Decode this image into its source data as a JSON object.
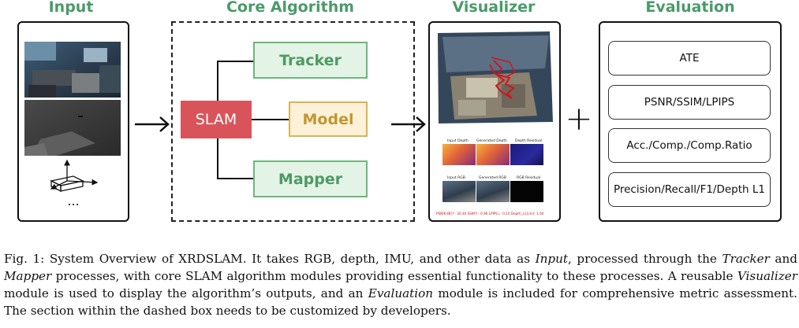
{
  "sections": {
    "input": "Input",
    "core": "Core Algorithm",
    "visualizer": "Visualizer",
    "evaluation": "Evaluation"
  },
  "core": {
    "slam": "SLAM",
    "tracker": "Tracker",
    "model": "Model",
    "mapper": "Mapper"
  },
  "input_panel": {
    "ellipsis": "..."
  },
  "visualizer_panel": {
    "depth_labels": [
      "Input Depth",
      "Generated Depth",
      "Depth Residual"
    ],
    "rgb_labels": [
      "Input RGB",
      "Generated RGB",
      "RGB Residual"
    ],
    "metrics_line": "PSNR[dB]↑: 30.46  SSIM↑: 0.96  LPIPS↓: 0.10  Depth_L1[cm]: 1.60"
  },
  "plus_sign": "+",
  "evaluation_metrics": [
    "ATE",
    "PSNR/SSIM/LPIPS",
    "Acc./Comp./Comp.Ratio",
    "Precision/Recall/F1/Depth L1"
  ],
  "caption": {
    "label": "Fig. 1: System Overview of XRDSLAM. It takes RGB, depth, IMU, and other data as ",
    "input_word": "Input",
    "part2": ", processed through the ",
    "tracker_word": "Tracker",
    "part3": " and ",
    "mapper_word": "Mapper",
    "part4": " processes, with core SLAM algorithm modules providing essential functionality to these processes. A reusable ",
    "visualizer_word": "Visualizer",
    "part5": " module is used to display the algorithm’s outputs, and an ",
    "evaluation_word": "Evaluation",
    "part6": " module is included for comprehensive metric assessment. The section within the dashed box needs to be customized by developers."
  },
  "colors": {
    "title_green": "#4a9a6a",
    "slam_red": "#d9545a",
    "tracker_green": "#6cb77c",
    "model_gold": "#d9b356"
  }
}
